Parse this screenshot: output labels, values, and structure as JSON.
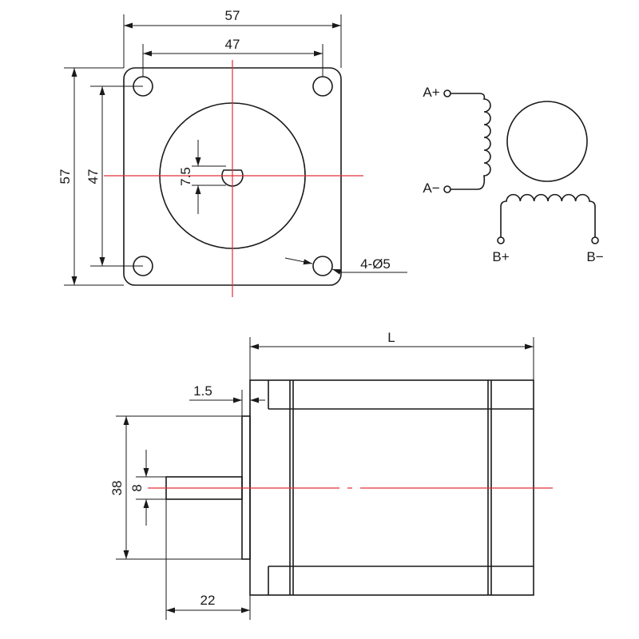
{
  "front_view": {
    "width_outer": "57",
    "width_holes": "47",
    "height_outer": "57",
    "height_holes": "47",
    "shaft_flat": "7.5",
    "holes_callout": "4-Ø5"
  },
  "wiring": {
    "a_plus": "A+",
    "a_minus": "A−",
    "b_plus": "B+",
    "b_minus": "B−"
  },
  "side_view": {
    "length": "L",
    "flange": "1.5",
    "pilot_dia": "38",
    "shaft_dia": "8",
    "shaft_length": "22"
  },
  "colors": {
    "line": "#1a1a1a",
    "centerline": "#e0303a"
  }
}
